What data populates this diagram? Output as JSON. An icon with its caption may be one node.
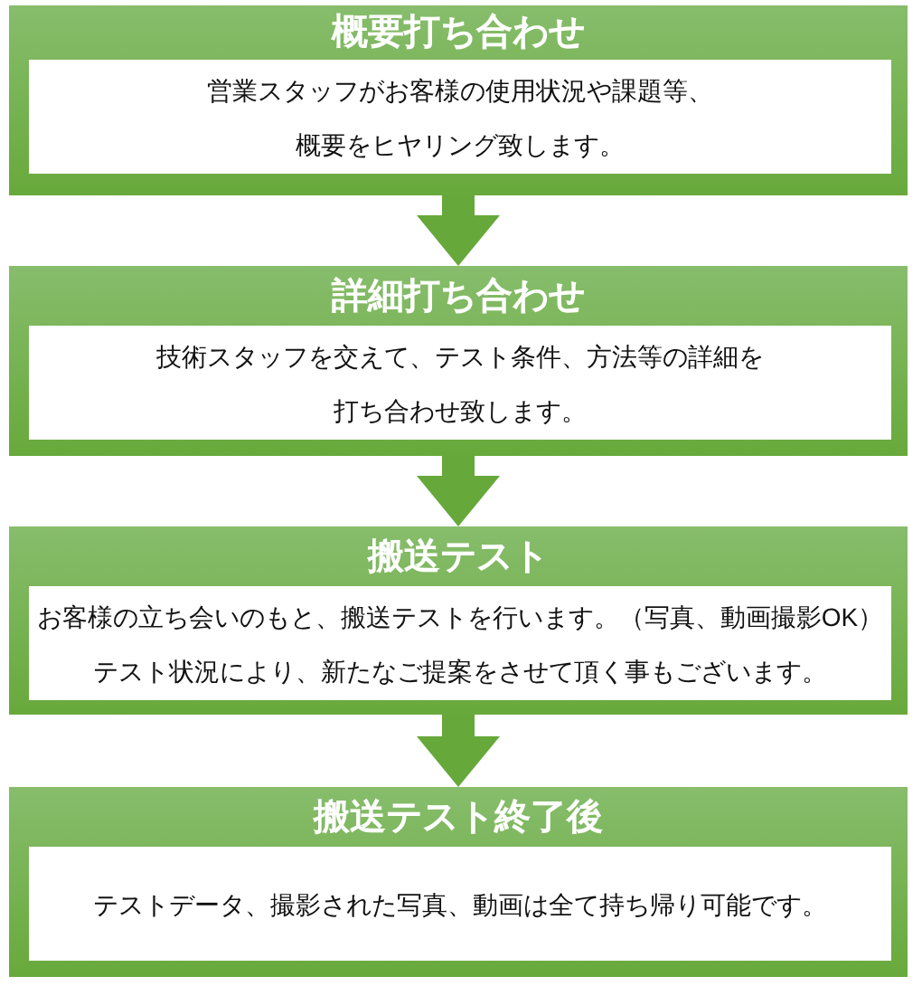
{
  "diagram": {
    "nodes": [
      {
        "text": [
          "概要打ち合わせ"
        ]
      },
      {
        "text": [
          "営業スタッフがお客様の使用状況や課題等、概要をヒヤリング致します。"
        ],
        "in": 0
      },
      {
        "text": [
          "詳細打ち合わせ"
        ]
      },
      {
        "text": [
          "技術スタッフを交えて、テスト条件、方法等の詳細を打ち合わせ致します。"
        ],
        "in": 2
      },
      {
        "text": [
          "搬送テスト"
        ]
      },
      {
        "text": [
          "お客様の立ち会いのもと、搬送テストを行います。（写真、動画撮影OK）テスト状況により、新たなご提案をさせて頂く事もございます。"
        ],
        "in": 4
      },
      {
        "text": [
          "搬送テスト終了後"
        ]
      },
      {
        "text": [
          "テストデータ、撮影された写真、動画は全て持ち帰り可能です。"
        ],
        "in": 6
      }
    ],
    "edges": [
      {
        "from": 0,
        "to": 2,
        "arrow": "to"
      },
      {
        "from": 2,
        "to": 4,
        "arrow": "to"
      },
      {
        "from": 4,
        "to": 6,
        "arrow": "to"
      }
    ]
  }
}
